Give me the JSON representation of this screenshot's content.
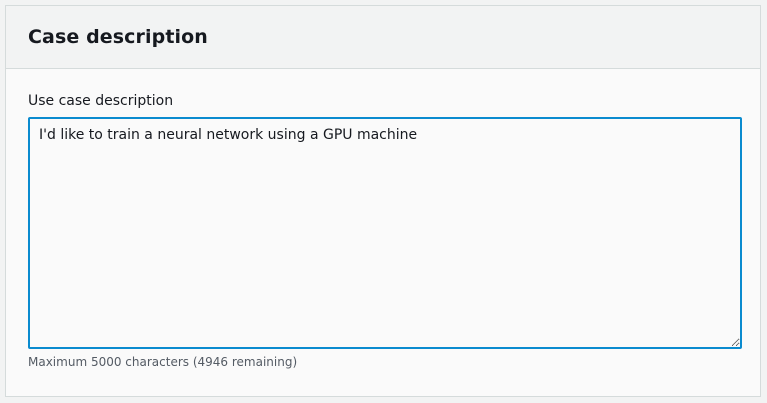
{
  "panel": {
    "title": "Case description"
  },
  "field": {
    "label": "Use case description",
    "value": "I'd like to train a neural network using a GPU machine",
    "constraint_prefix": "Maximum 5000 characters",
    "constraint_remaining": "(4946 remaining)"
  },
  "colors": {
    "focus_border": "#0a8bcf",
    "panel_header_bg": "#f2f3f3",
    "text": "#16191f",
    "muted_text": "#545b64"
  }
}
